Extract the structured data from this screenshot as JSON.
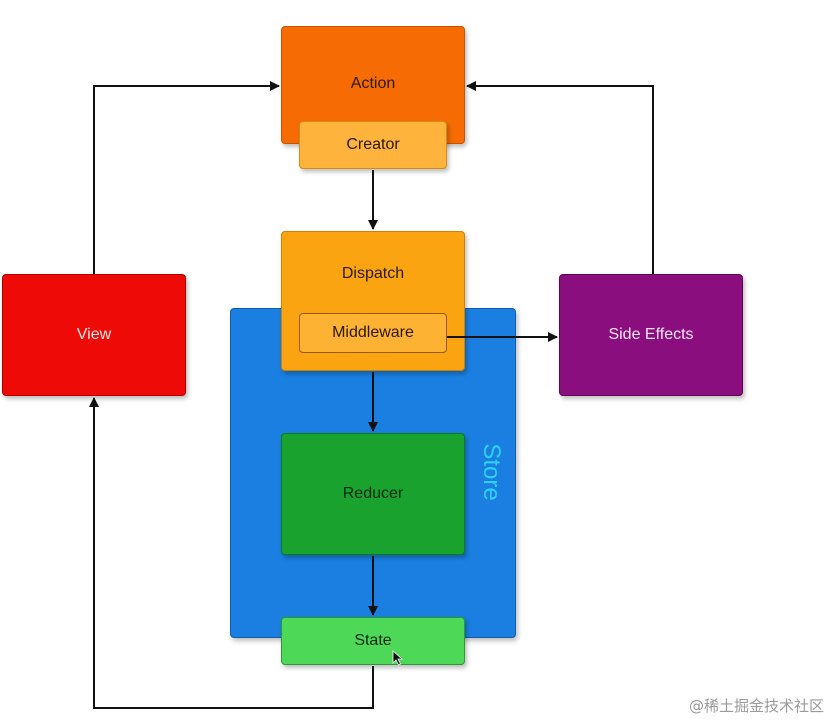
{
  "diagram": {
    "nodes": {
      "action": "Action",
      "creator": "Creator",
      "dispatch": "Dispatch",
      "middleware": "Middleware",
      "reducer": "Reducer",
      "state": "State",
      "view": "View",
      "side_effects": "Side Effects",
      "store": "Store"
    },
    "edges": [
      {
        "from": "view",
        "to": "action"
      },
      {
        "from": "side_effects",
        "to": "action"
      },
      {
        "from": "creator",
        "to": "dispatch"
      },
      {
        "from": "middleware",
        "to": "side_effects"
      },
      {
        "from": "dispatch",
        "to": "reducer"
      },
      {
        "from": "reducer",
        "to": "state"
      },
      {
        "from": "state",
        "to": "view"
      }
    ],
    "colors": {
      "action": "#f76b05",
      "creator": "#fdb33c",
      "dispatch": "#fba411",
      "middleware": "#fdb233",
      "reducer": "#19a22d",
      "state": "#4dd857",
      "view": "#ee0a06",
      "side_effects": "#8a0e7d",
      "store": "#1a7fe0",
      "store_label": "#2fd0ff"
    }
  },
  "watermark": "@稀土掘金技术社区",
  "cursor_icon": "mouse-pointer-icon"
}
